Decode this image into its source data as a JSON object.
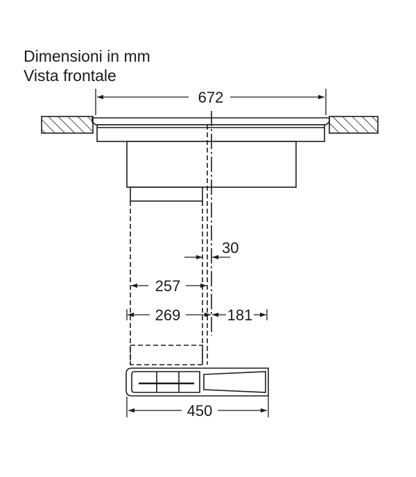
{
  "title_lines": [
    "Dimensioni in mm",
    "Vista frontale"
  ],
  "dimensions": {
    "overall_width": "672",
    "offset": "30",
    "inner_width": "257",
    "module_width": "269",
    "side_width": "181",
    "unit_width": "450"
  },
  "colors": {
    "line": "#1a1a1a",
    "background": "#ffffff"
  }
}
